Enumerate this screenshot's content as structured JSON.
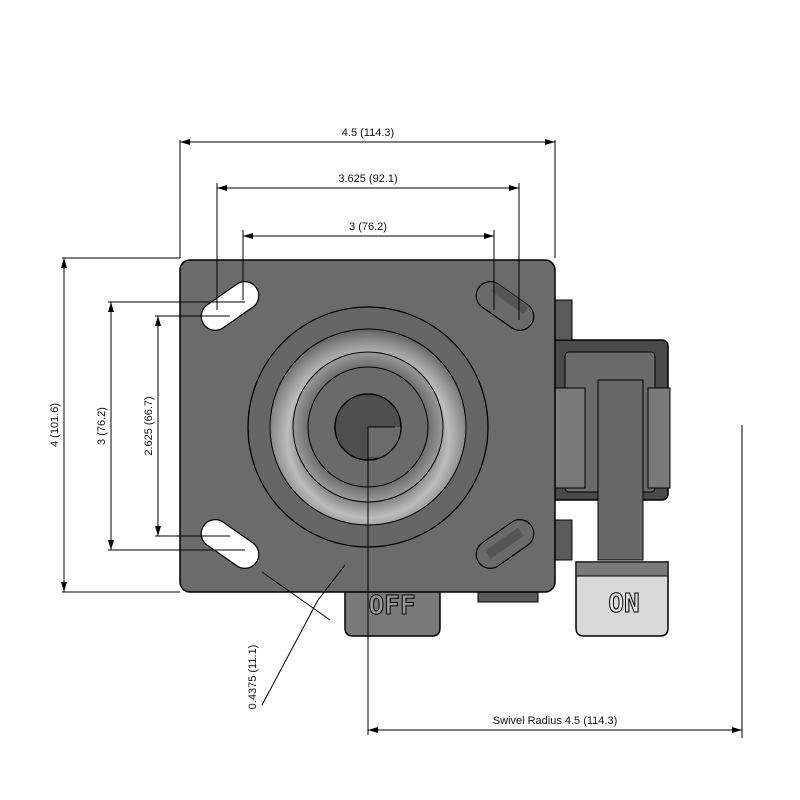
{
  "drawing": {
    "dimensions": {
      "overall_width": "4.5 (114.3)",
      "outer_bolt_spacing": "3.625 (92.1)",
      "inner_bolt_spacing": "3 (76.2)",
      "overall_height": "4 (101.6)",
      "bolt_spacing_vertical_outer": "3 (76.2)",
      "bolt_spacing_vertical_inner": "2.625 (66.7)",
      "bolt_hole_size": "0.4375 (11.1)",
      "swivel_radius": "Swivel Radius 4.5 (114.3)"
    },
    "brake_labels": {
      "off": "OFF",
      "on": "ON"
    },
    "colors": {
      "plate": "#6b6b6b",
      "plate_dark": "#555555",
      "bearing_light": "#a8a8a8",
      "brake_pedal": "#7a7a7a",
      "on_pedal": "#d9d9d9",
      "line": "#000000"
    }
  }
}
